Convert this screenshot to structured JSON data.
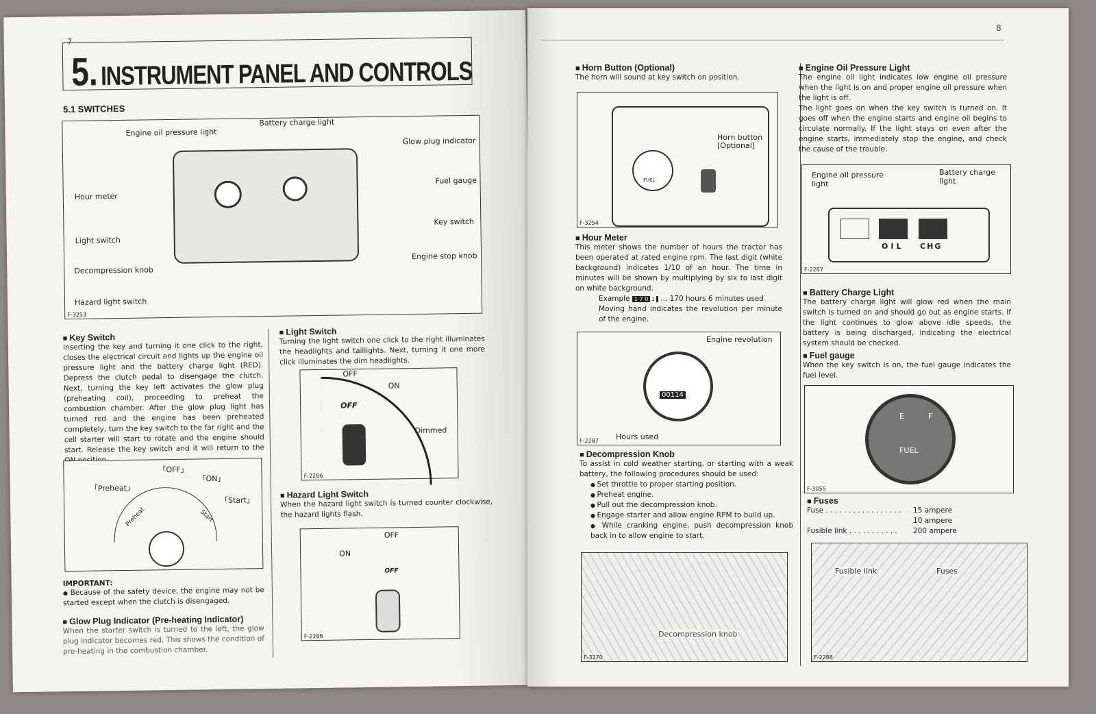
{
  "left": {
    "page_number": "7",
    "title_num": "5.",
    "title": "INSTRUMENT PANEL AND CONTROLS",
    "section": "5.1 SWITCHES",
    "fig1": {
      "code": "F-3253",
      "labels": [
        "Engine oil pressure light",
        "Battery charge light",
        "Glow plug indicator",
        "Hour meter",
        "Fuel gauge",
        "Key switch",
        "Light switch",
        "Decompression knob",
        "Engine stop knob",
        "Hazard light switch"
      ]
    },
    "key_switch": {
      "heading": "Key Switch",
      "body": "Inserting the key and turning it one click to the right, closes the electrical circuit and lights up the engine oil pressure light and the battery charge light (RED). Depress the clutch pedal to disengage the clutch. Next, turning the key left activates the glow plug (preheating coil), proceeding to preheat the combustion chamber. After the glow plug light has turned red and the engine has been preheated completely, turn the key switch to the far right and the cell starter will start to rotate and the engine should start. Release the key switch and it will return to the ON position."
    },
    "fig_key": {
      "labels": [
        "「OFF」",
        "「ON」",
        "「Preheat」",
        "「Start」",
        "Preheat",
        "Start"
      ]
    },
    "important": {
      "heading": "IMPORTANT:",
      "item": "Because of the safety device, the engine may not be started except when the clutch is disengaged."
    },
    "glow": {
      "heading": "Glow Plug Indicator (Pre-heating Indicator)",
      "body": "When the starter switch is turned to the left, the glow plug indicator becomes red. This shows the condition of pre-heating in the combustion chamber."
    },
    "light_switch": {
      "heading": "Light Switch",
      "body": "Turning the light switch one click to the right illuminates the headlights and taillights. Next, turning it one more click illuminates the dim headlights."
    },
    "fig_light": {
      "code": "F-2286",
      "labels": [
        "OFF",
        "ON",
        "OFF",
        "Dimmed"
      ]
    },
    "hazard": {
      "heading": "Hazard Light Switch",
      "body": "When the hazard light switch is turned counter clockwise, the hazard lights flash."
    },
    "fig_hazard": {
      "code": "F-2286",
      "labels": [
        "OFF",
        "ON",
        "OFF"
      ]
    }
  },
  "right": {
    "page_number": "8",
    "horn": {
      "heading": "Horn Button (Optional)",
      "body": "The horn will sound at key switch on position."
    },
    "fig_horn": {
      "code": "F-3254",
      "labels": [
        "Horn button [Optional]",
        "FUEL"
      ]
    },
    "hour_meter": {
      "heading": "Hour Meter",
      "body": "This meter shows the number of hours the tractor has been operated at rated engine rpm. The last digit (white background) indicates 1/10 of an hour. The time in minutes will be shown by multiplying by six to last digit on white background.",
      "example_label": "Example",
      "example_digits": [
        "1",
        "7",
        "0",
        "1"
      ],
      "example_text": "... 170 hours 6 minutes used",
      "moving": "Moving hand indicates the revolution per minute of the engine."
    },
    "fig_hour": {
      "code": "F-2287",
      "labels": [
        "Engine revolution",
        "Hours used"
      ],
      "digits": "00114"
    },
    "decomp": {
      "heading": "Decompression Knob",
      "body": "To assist in cold weather starting, or starting with a weak battery, the following procedures should be used:",
      "items": [
        "Set throttle to proper starting position.",
        "Preheat engine.",
        "Pull out the decompression knob.",
        "Engage starter and allow engine RPM to build up.",
        "While cranking engine, push decompression knob back in to allow engine to start."
      ]
    },
    "fig_decomp": {
      "code": "F-3270",
      "label": "Decompression knob"
    },
    "oil": {
      "heading": "Engine Oil Pressure Light",
      "body": "The engine oil light indicates low engine oil pressure when the light is on and proper engine oil pressure when the light is off.",
      "body2": "The light goes on when the key switch is turned on. It goes off when the engine starts and engine oil begins to circulate normally. If the light stays on even after the engine starts, immediately stop the engine, and check the cause of the trouble."
    },
    "fig_oil": {
      "code": "F-2287",
      "labels": [
        "Engine oil pressure light",
        "Battery charge light",
        "OIL",
        "CHG"
      ]
    },
    "battery": {
      "heading": "Battery Charge Light",
      "body": "The battery charge light will glow red when the main switch is turned on and should go out as engine starts. If the light continues to glow above idle speeds, the battery is being discharged, indicating the electrical system should be checked."
    },
    "fuel": {
      "heading": "Fuel gauge",
      "body": "When the key switch is on, the fuel gauge indicates the fuel level."
    },
    "fig_fuel": {
      "code": "F-3055",
      "labels": [
        "E",
        "F",
        "FUEL"
      ]
    },
    "fuses": {
      "heading": "Fuses",
      "rows": [
        {
          "name": "Fuse . . . . . . . . . . . . . . . . .",
          "value": "15 ampere"
        },
        {
          "name": "",
          "value": "10 ampere"
        },
        {
          "name": "Fusible link . . . . . . . . . . .",
          "value": "200 ampere"
        }
      ]
    },
    "fig_fuses": {
      "code": "F-2288",
      "labels": [
        "Fusible link",
        "Fuses"
      ]
    }
  }
}
